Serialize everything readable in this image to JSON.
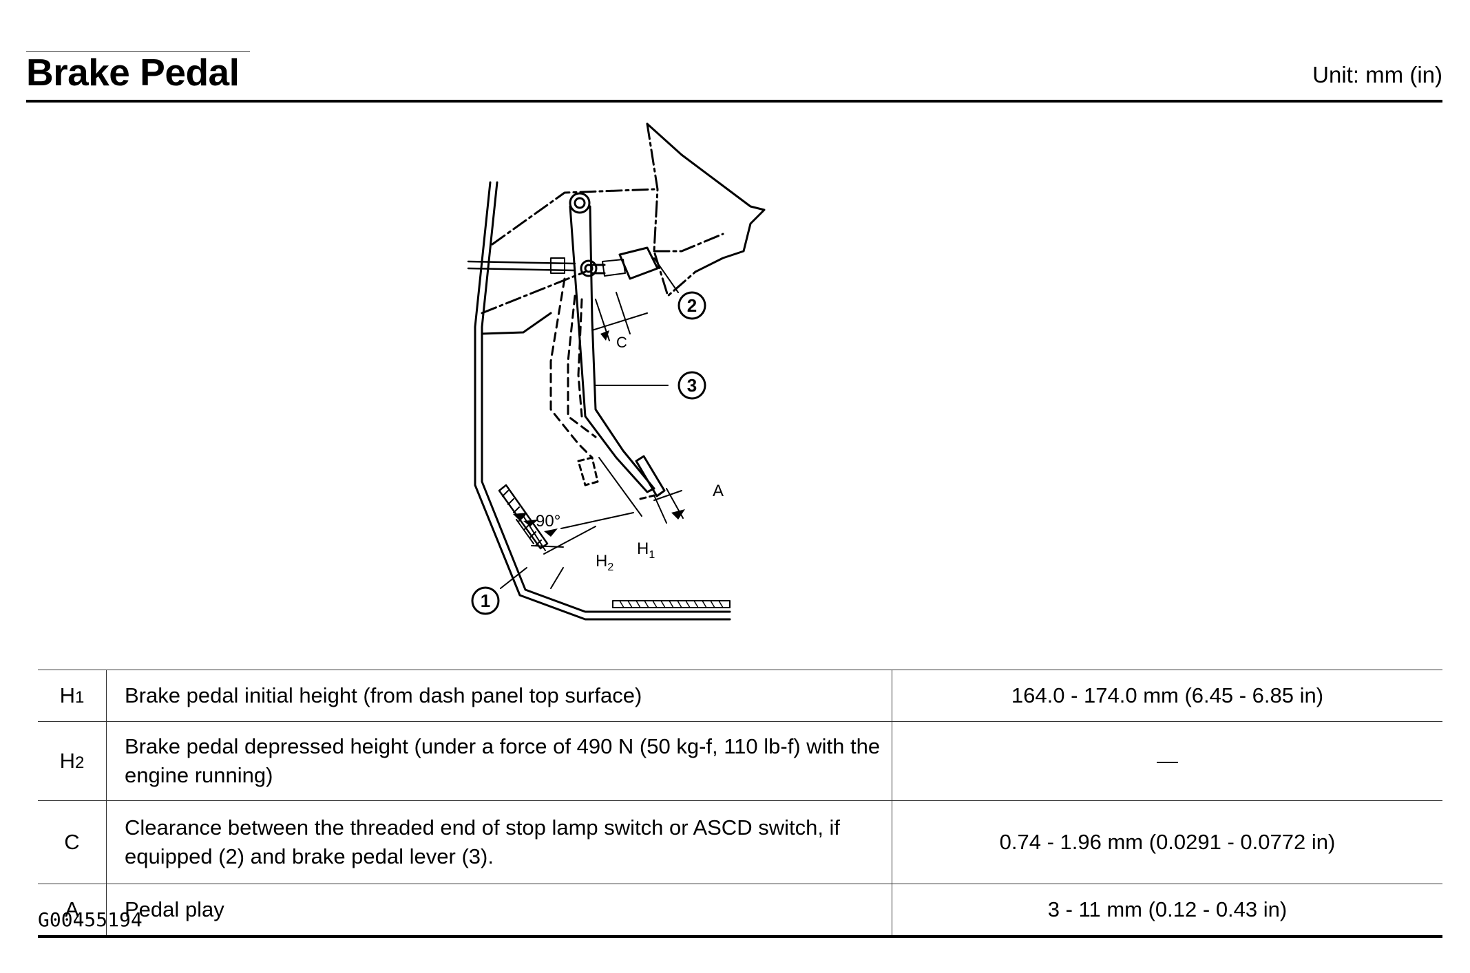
{
  "header": {
    "title": "Brake Pedal",
    "unit": "Unit: mm (in)"
  },
  "figure": {
    "callouts": [
      "1",
      "2",
      "3"
    ],
    "labels": {
      "angle": "90°",
      "c": "C",
      "a": "A",
      "h1": "H",
      "h1_sub": "1",
      "h2": "H",
      "h2_sub": "2"
    }
  },
  "table": {
    "rows": [
      {
        "symbol": "H",
        "symbol_sub": "1",
        "description": "Brake pedal initial height (from dash panel top surface)",
        "value": "164.0 - 174.0 mm (6.45 - 6.85 in)"
      },
      {
        "symbol": "H",
        "symbol_sub": "2",
        "description": "Brake pedal depressed height (under a force of 490 N (50 kg-f, 110 lb-f) with the engine running)",
        "value": "—"
      },
      {
        "symbol": "C",
        "symbol_sub": "",
        "description": "Clearance between the threaded end of stop lamp switch or ASCD switch, if equipped (2) and brake pedal lever (3).",
        "value": "0.74 - 1.96 mm (0.0291  -  0.0772 in)"
      },
      {
        "symbol": "A",
        "symbol_sub": "",
        "description": "Pedal play",
        "value": "3 - 11 mm (0.12 - 0.43 in)"
      }
    ]
  },
  "footer": {
    "code": "G00455194"
  }
}
